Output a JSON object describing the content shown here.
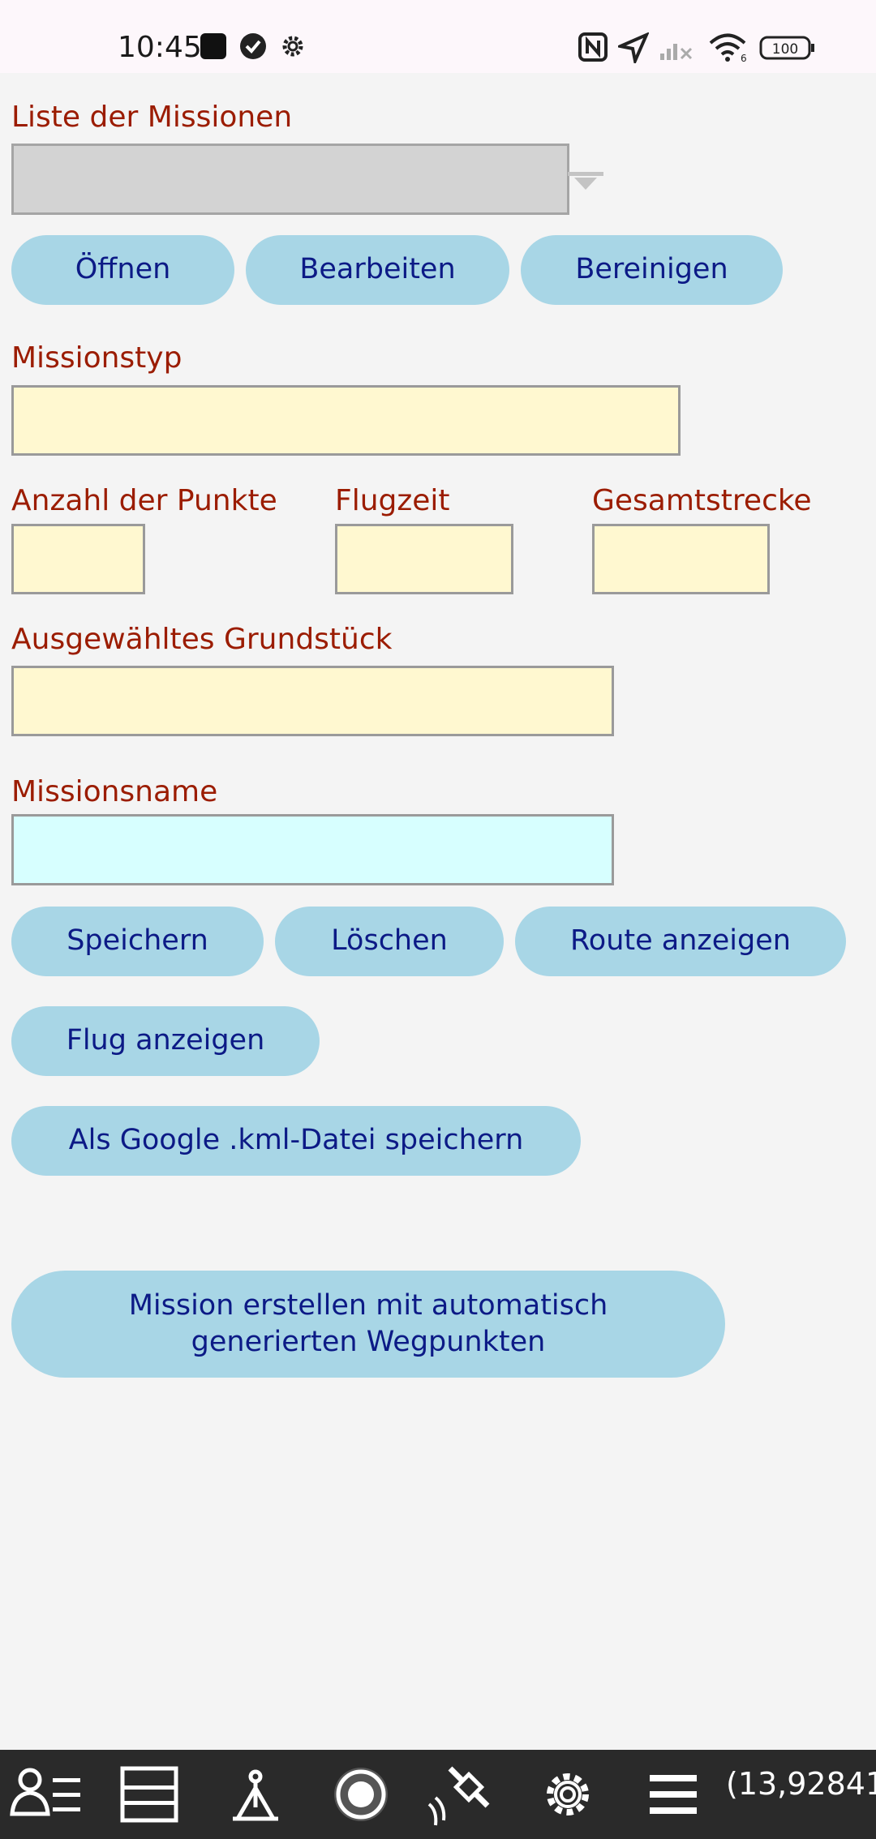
{
  "status_bar": {
    "time": "10:45",
    "battery": "100",
    "wifi_band": "6"
  },
  "mission_list": {
    "label": "Liste der Missionen",
    "selected": ""
  },
  "list_buttons": {
    "open": "Öffnen",
    "edit": "Bearbeiten",
    "clean": "Bereinigen"
  },
  "mission_type": {
    "label": "Missionstyp",
    "value": ""
  },
  "stats": {
    "points_label": "Anzahl der Punkte",
    "points_value": "",
    "flight_time_label": "Flugzeit",
    "flight_time_value": "",
    "distance_label": "Gesamtstrecke",
    "distance_value": ""
  },
  "plot": {
    "label": "Ausgewähltes Grundstück",
    "value": ""
  },
  "mission_name": {
    "label": "Missionsname",
    "value": ""
  },
  "actions": {
    "save": "Speichern",
    "delete": "Löschen",
    "show_route": "Route anzeigen",
    "show_flight": "Flug anzeigen",
    "save_kml": "Als Google .kml-Datei speichern",
    "auto_mission_line1": "Mission erstellen mit automatisch",
    "auto_mission_line2": "generierten Wegpunkten"
  },
  "bottom_nav": {
    "items": [
      "user-list-icon",
      "layers-icon",
      "surveyor-icon",
      "record-icon",
      "satellite-icon",
      "settings-icon",
      "menu-icon"
    ],
    "coordinate": "(13,92841"
  }
}
